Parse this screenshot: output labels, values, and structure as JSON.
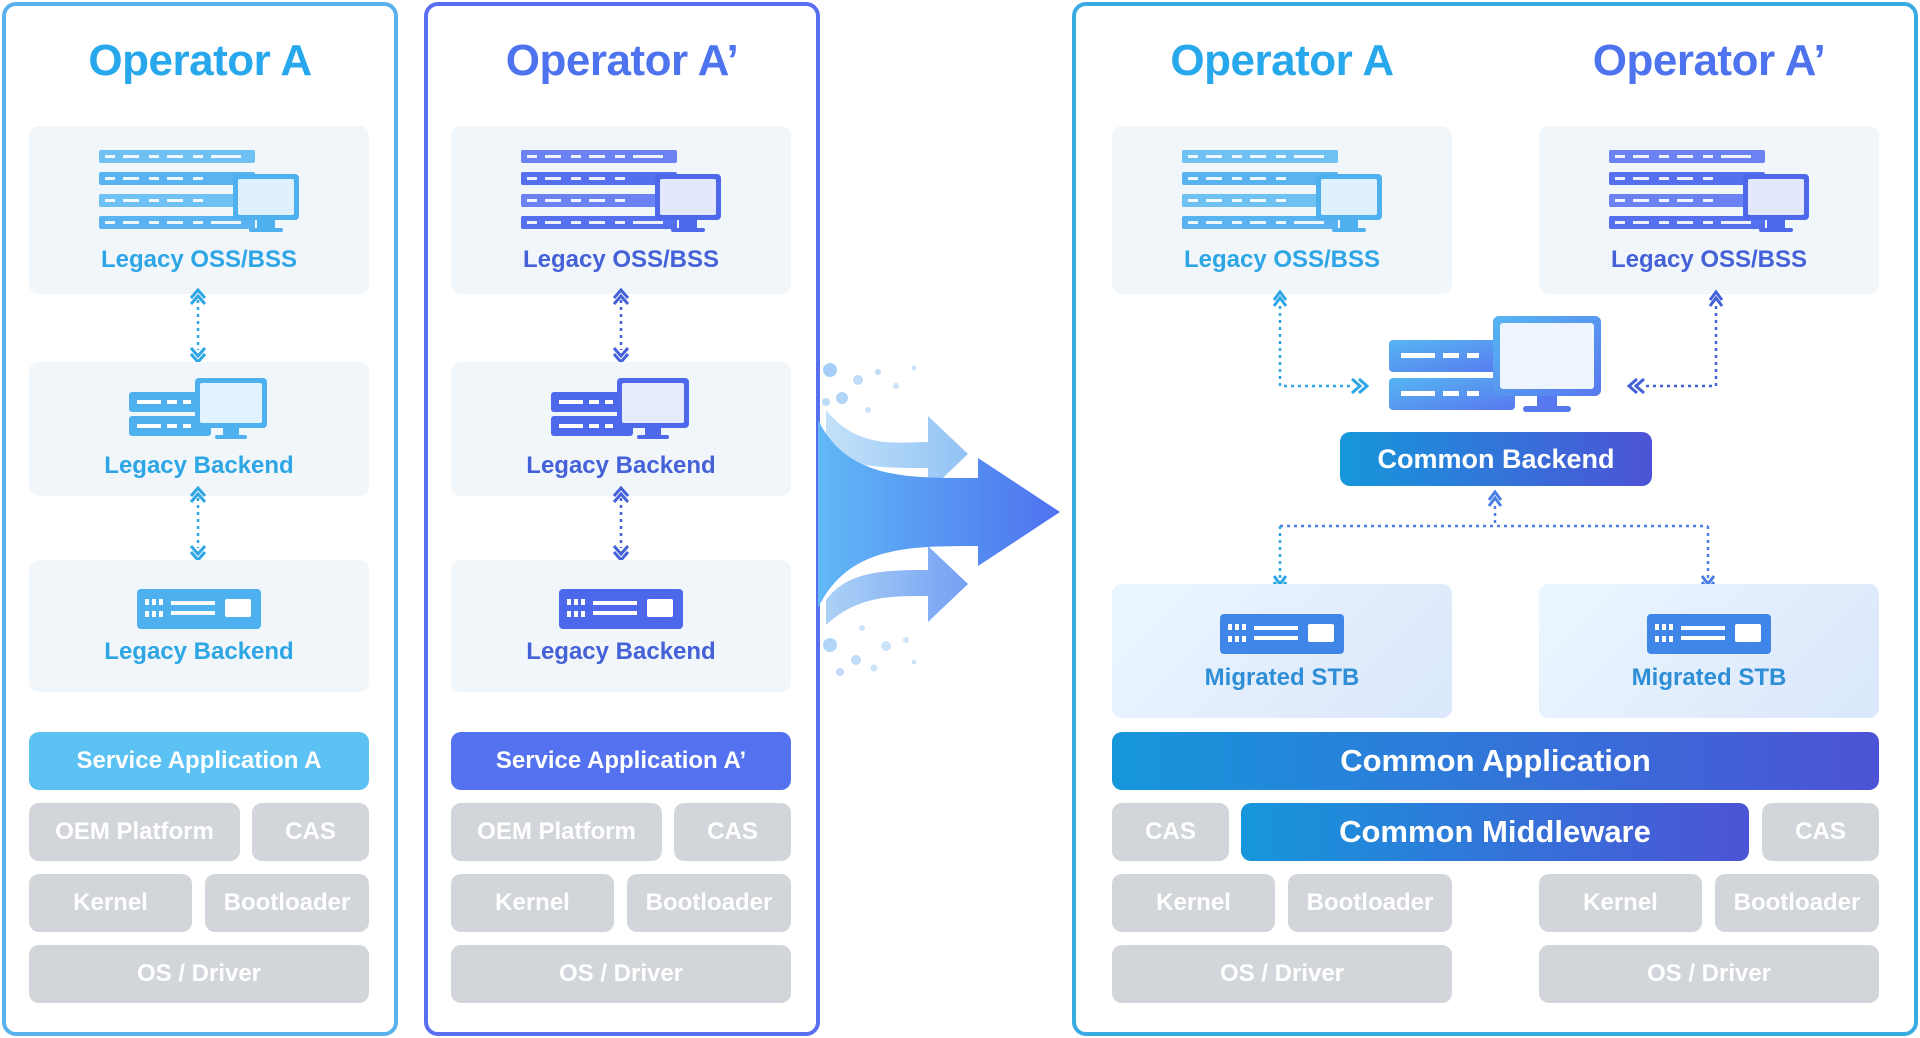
{
  "colors": {
    "operator_a": "#27a7ec",
    "operator_a_prime": "#4d73ee",
    "grey_block": "#d2d5d9",
    "common_gradient_start": "#1697db",
    "common_gradient_end": "#4d53d6"
  },
  "left_panel": {
    "title": "Operator A",
    "oss_label": "Legacy OSS/BSS",
    "backend1_label": "Legacy Backend",
    "backend2_label": "Legacy Backend",
    "service_app": "Service Application A",
    "oem": "OEM Platform",
    "cas": "CAS",
    "kernel": "Kernel",
    "bootloader": "Bootloader",
    "os_driver": "OS / Driver"
  },
  "middle_panel": {
    "title": "Operator A’",
    "oss_label": "Legacy OSS/BSS",
    "backend1_label": "Legacy Backend",
    "backend2_label": "Legacy Backend",
    "service_app": "Service Application A’",
    "oem": "OEM Platform",
    "cas": "CAS",
    "kernel": "Kernel",
    "bootloader": "Bootloader",
    "os_driver": "OS / Driver"
  },
  "right_panel": {
    "title_a": "Operator A",
    "title_a_prime": "Operator A’",
    "oss_label_a": "Legacy OSS/BSS",
    "oss_label_a_prime": "Legacy OSS/BSS",
    "common_backend": "Common Backend",
    "stb_a": "Migrated STB",
    "stb_a_prime": "Migrated STB",
    "common_application": "Common Application",
    "cas_left": "CAS",
    "common_middleware": "Common Middleware",
    "cas_right": "CAS",
    "kernel_left": "Kernel",
    "bootloader_left": "Bootloader",
    "kernel_right": "Kernel",
    "bootloader_right": "Bootloader",
    "os_driver_left": "OS / Driver",
    "os_driver_right": "OS / Driver"
  },
  "icons": {
    "oss": "server-rack-with-monitor-icon",
    "backend": "server-with-monitor-icon",
    "stb": "set-top-box-icon",
    "common_backend": "server-with-monitor-icon",
    "migration": "migration-arrow-icon"
  }
}
